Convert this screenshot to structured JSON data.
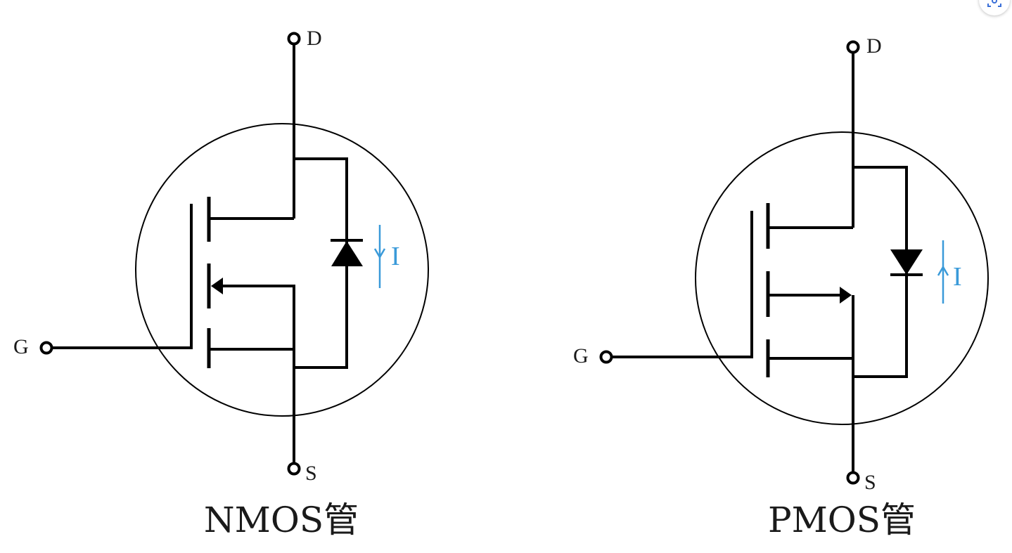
{
  "diagrams": [
    {
      "id": "nmos",
      "title": "NMOS管",
      "drain_label": "D",
      "gate_label": "G",
      "source_label": "S",
      "current_label": "I",
      "current_direction": "down"
    },
    {
      "id": "pmos",
      "title": "PMOS管",
      "drain_label": "D",
      "gate_label": "G",
      "source_label": "S",
      "current_label": "I",
      "current_direction": "up"
    }
  ],
  "colors": {
    "line": "#000000",
    "current_arrow": "#3a9ad9",
    "text": "#1a1a1a"
  },
  "icons": {
    "corner_button": "image-scan-icon"
  }
}
